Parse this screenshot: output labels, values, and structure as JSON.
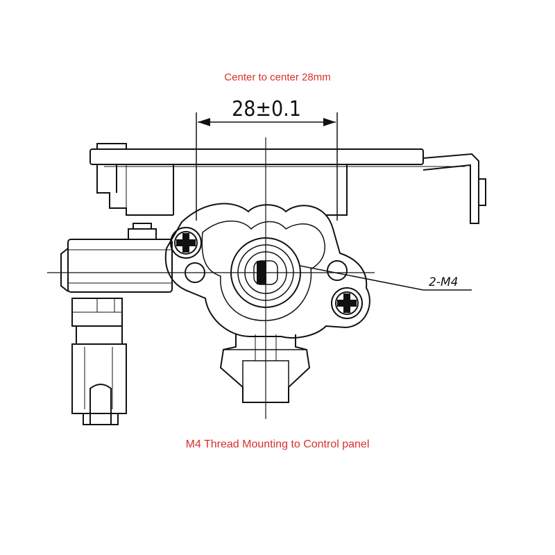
{
  "captions": {
    "top": "Center to center 28mm",
    "bottom": "M4 Thread Mounting to Control panel"
  },
  "dimension": {
    "value": "28±0.1",
    "callout": "2-M4"
  },
  "colors": {
    "caption": "#d9302a",
    "line": "#111111",
    "background": "#ffffff"
  }
}
